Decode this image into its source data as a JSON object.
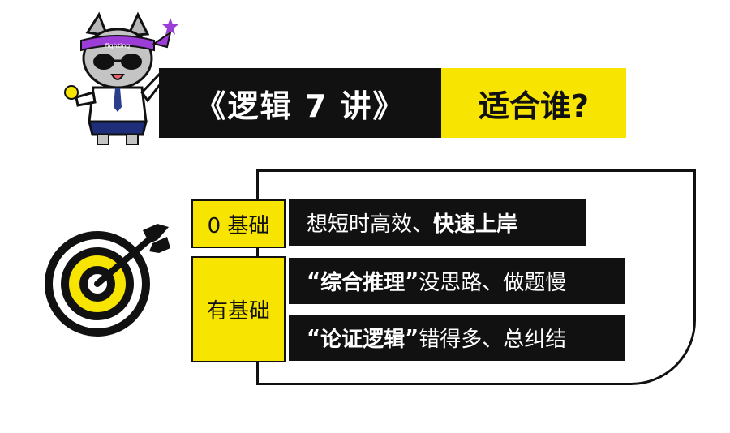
{
  "title": {
    "main": "《逻辑 7 讲》",
    "sub": "适合谁?"
  },
  "mascot": {
    "headband_text": "fighting"
  },
  "rows": [
    {
      "label": "0 基础",
      "lines": [
        {
          "plain": "想短时高效、",
          "bold": "快速上岸",
          "after": ""
        }
      ]
    },
    {
      "label": "有基础",
      "lines": [
        {
          "quote_open": "“",
          "bold": "综合推理",
          "quote_close": "”",
          "after": "没思路、做题慢"
        },
        {
          "quote_open": "“",
          "bold": "论证逻辑",
          "quote_close": "”",
          "after": "错得多、总纠结"
        }
      ]
    }
  ],
  "colors": {
    "yellow": "#f7e400",
    "black": "#111111",
    "white": "#ffffff"
  }
}
